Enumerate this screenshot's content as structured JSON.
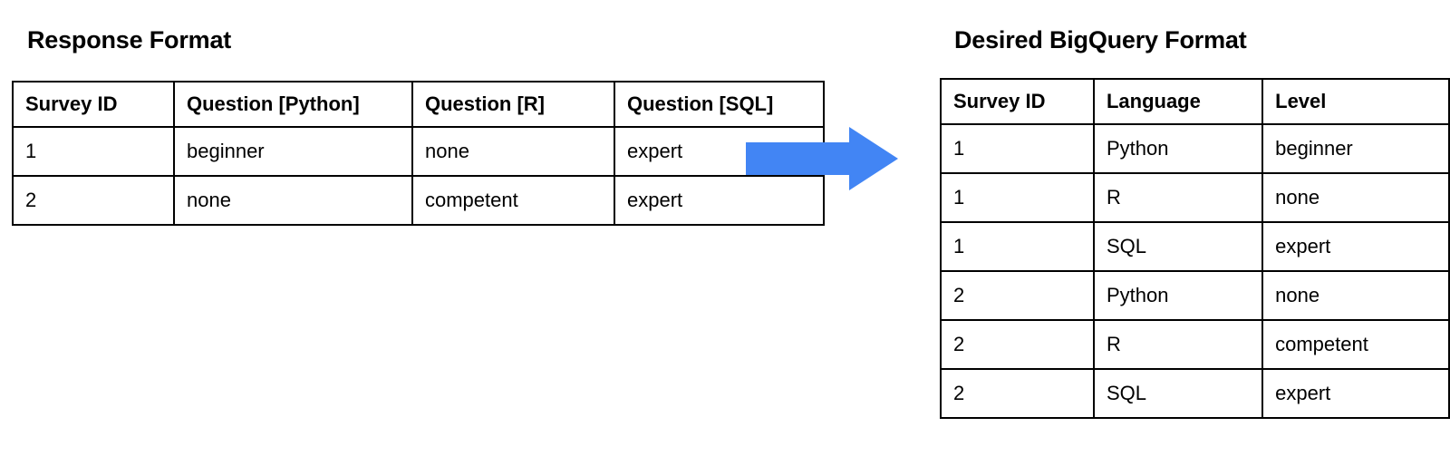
{
  "left_panel": {
    "title": "Response Format",
    "table": {
      "columns": [
        "Survey ID",
        "Question [Python]",
        "Question [R]",
        "Question [SQL]"
      ],
      "rows": [
        [
          "1",
          "beginner",
          "none",
          "expert"
        ],
        [
          "2",
          "none",
          "competent",
          "expert"
        ]
      ]
    }
  },
  "arrow": {
    "icon": "right-arrow-icon",
    "color": "#4285F4",
    "direction": "right"
  },
  "right_panel": {
    "title": "Desired BigQuery Format",
    "table": {
      "columns": [
        "Survey ID",
        "Language",
        "Level"
      ],
      "rows": [
        [
          "1",
          "Python",
          "beginner"
        ],
        [
          "1",
          "R",
          "none"
        ],
        [
          "1",
          "SQL",
          "expert"
        ],
        [
          "2",
          "Python",
          "none"
        ],
        [
          "2",
          "R",
          "competent"
        ],
        [
          "2",
          "SQL",
          "expert"
        ]
      ]
    }
  },
  "theme": {
    "background": "#FFFFFF",
    "text": "#000000",
    "border": "#000000",
    "accent": "#4285F4"
  }
}
